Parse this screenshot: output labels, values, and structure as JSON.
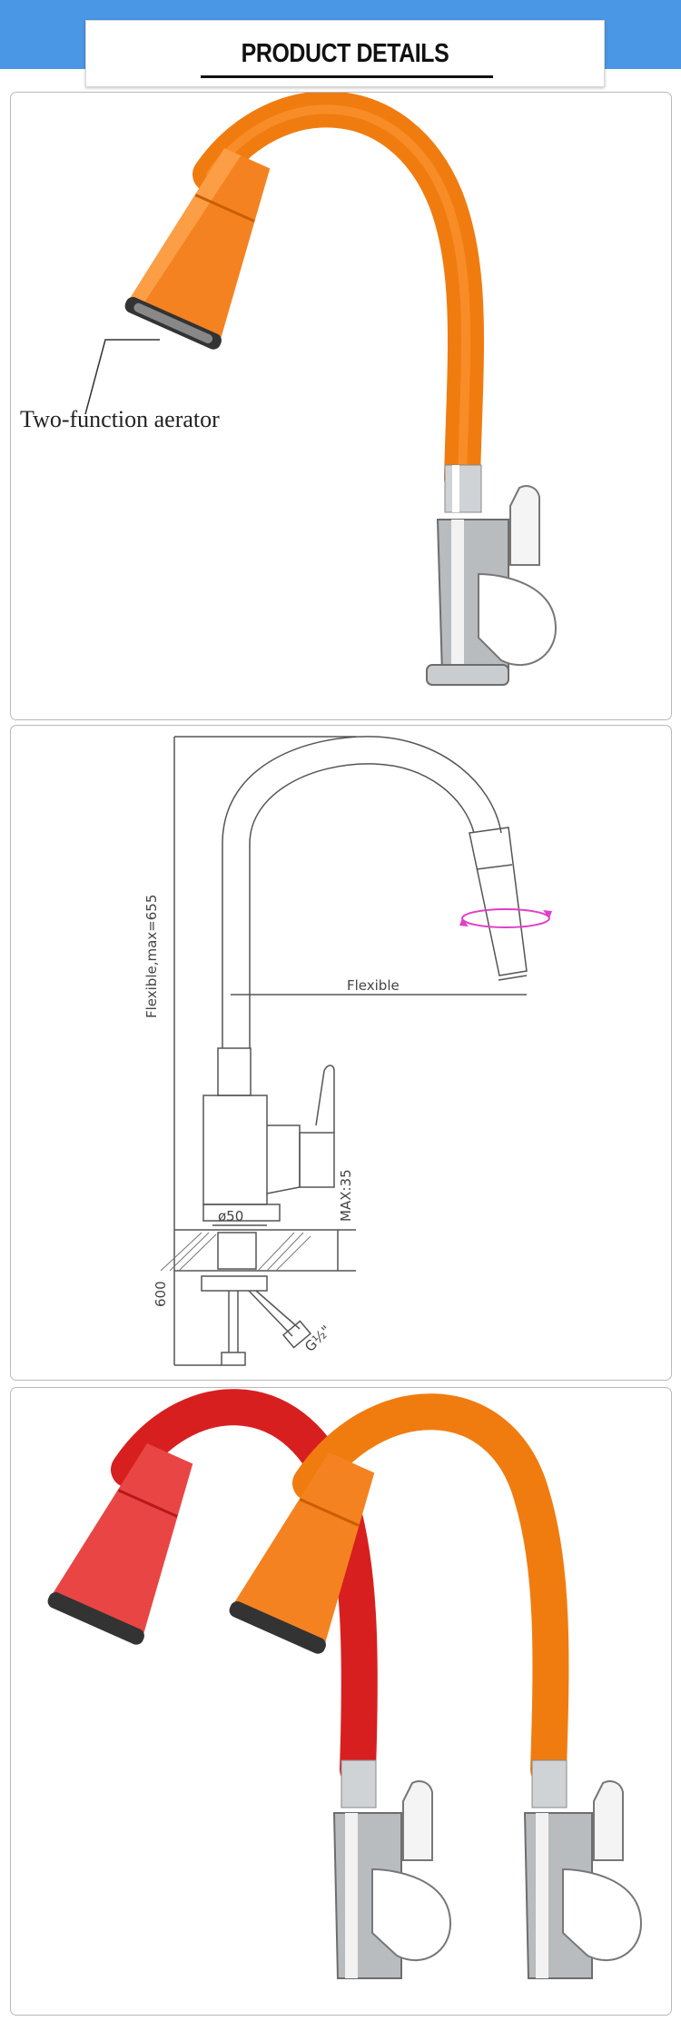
{
  "header": {
    "title": "PRODUCT DETAILS"
  },
  "panel1": {
    "callout_label": "Two-function aerator",
    "hose_color": "#f58220"
  },
  "panel2": {
    "height_label": "Flexible,max=655",
    "reach_label": "Flexible",
    "base_diameter_label": "ø50",
    "counter_label": "MAX:35",
    "pipe_length_label": "600",
    "thread_label": "G½\""
  },
  "panel3": {
    "colors": [
      "#e52f2f",
      "#f58220"
    ]
  }
}
